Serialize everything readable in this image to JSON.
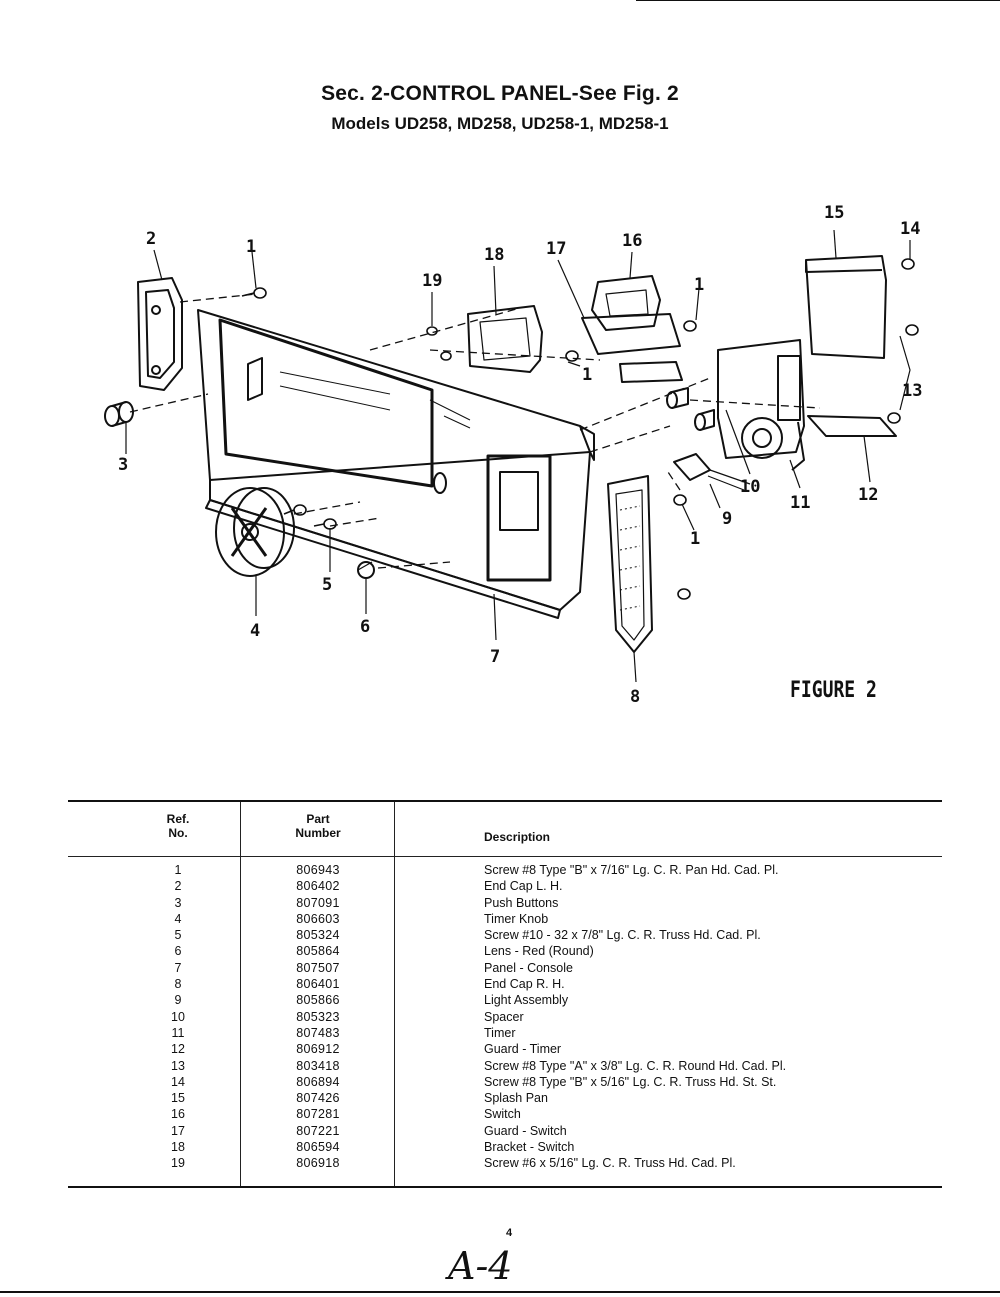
{
  "header": {
    "title": "Sec. 2-CONTROL PANEL-See Fig. 2",
    "subtitle": "Models UD258, MD258, UD258-1, MD258-1"
  },
  "figure": {
    "label": "FIGURE 2",
    "callouts": [
      "2",
      "1",
      "19",
      "18",
      "17",
      "16",
      "1",
      "15",
      "14",
      "1",
      "13",
      "3",
      "10",
      "11",
      "12",
      "9",
      "1",
      "5",
      "4",
      "6",
      "7",
      "8"
    ]
  },
  "table": {
    "headers": {
      "ref_line1": "Ref.",
      "ref_line2": "No.",
      "part_line1": "Part",
      "part_line2": "Number",
      "description": "Description"
    },
    "rows": [
      {
        "ref": "1",
        "part": "806943",
        "desc": "Screw #8 Type \"B\" x 7/16\" Lg. C. R. Pan Hd. Cad. Pl."
      },
      {
        "ref": "2",
        "part": "806402",
        "desc": "End Cap L. H."
      },
      {
        "ref": "3",
        "part": "807091",
        "desc": "Push Buttons"
      },
      {
        "ref": "4",
        "part": "806603",
        "desc": "Timer Knob"
      },
      {
        "ref": "5",
        "part": "805324",
        "desc": "Screw #10 - 32 x 7/8\" Lg. C. R. Truss Hd. Cad. Pl."
      },
      {
        "ref": "6",
        "part": "805864",
        "desc": "Lens - Red (Round)"
      },
      {
        "ref": "7",
        "part": "807507",
        "desc": "Panel - Console"
      },
      {
        "ref": "8",
        "part": "806401",
        "desc": "End Cap R. H."
      },
      {
        "ref": "9",
        "part": "805866",
        "desc": "Light Assembly"
      },
      {
        "ref": "10",
        "part": "805323",
        "desc": "Spacer"
      },
      {
        "ref": "11",
        "part": "807483",
        "desc": "Timer"
      },
      {
        "ref": "12",
        "part": "806912",
        "desc": "Guard - Timer"
      },
      {
        "ref": "13",
        "part": "803418",
        "desc": "Screw #8 Type \"A\" x 3/8\" Lg. C. R. Round Hd. Cad. Pl."
      },
      {
        "ref": "14",
        "part": "806894",
        "desc": "Screw #8 Type \"B\" x 5/16\" Lg. C. R. Truss Hd. St. St."
      },
      {
        "ref": "15",
        "part": "807426",
        "desc": "Splash Pan"
      },
      {
        "ref": "16",
        "part": "807281",
        "desc": "Switch"
      },
      {
        "ref": "17",
        "part": "807221",
        "desc": "Guard - Switch"
      },
      {
        "ref": "18",
        "part": "806594",
        "desc": "Bracket - Switch"
      },
      {
        "ref": "19",
        "part": "806918",
        "desc": "Screw #6 x 5/16\" Lg. C. R. Truss Hd. Cad. Pl."
      }
    ]
  },
  "footer": {
    "page_number": "4",
    "handwritten_page": "A-4"
  }
}
